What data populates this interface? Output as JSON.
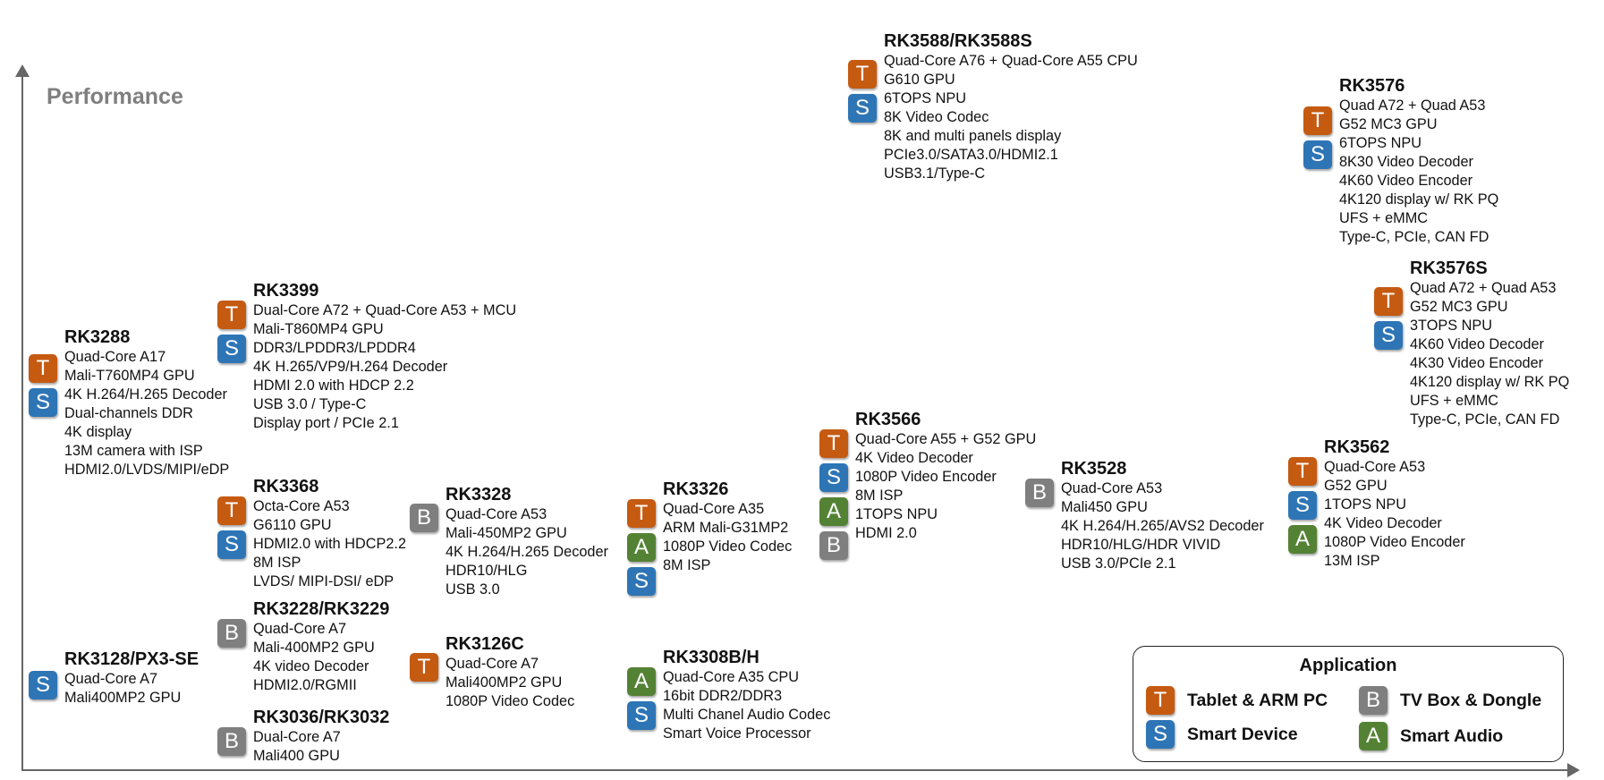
{
  "axis_label": "Performance",
  "chips": [
    {
      "id": "rk3288",
      "name": "RK3288",
      "badges": [
        "T",
        "S"
      ],
      "specs": [
        "Quad-Core A17",
        "Mali-T760MP4  GPU",
        "4K H.264/H.265 Decoder",
        "Dual-channels  DDR",
        "4K display",
        "13M camera with ISP",
        "HDMI2.0/LVDS/MIPI/eDP"
      ]
    },
    {
      "id": "rk3399",
      "name": "RK3399",
      "badges": [
        "T",
        "S"
      ],
      "specs": [
        "Dual-Core A72 + Quad-Core A53 + MCU",
        "Mali-T860MP4 GPU",
        "DDR3/LPDDR3/LPDDR4",
        "4K H.265/VP9/H.264 Decoder",
        "HDMI 2.0 with HDCP 2.2",
        "USB 3.0 / Type-C",
        "Display port / PCIe 2.1"
      ]
    },
    {
      "id": "rk3368",
      "name": "RK3368",
      "badges": [
        "T",
        "S"
      ],
      "specs": [
        "Octa-Core A53",
        "G6110 GPU",
        "HDMI2.0 with HDCP2.2",
        "8M ISP",
        "LVDS/ MIPI-DSI/ eDP"
      ]
    },
    {
      "id": "rk3328",
      "name": "RK3328",
      "badges": [
        "B"
      ],
      "specs": [
        "Quad-Core A53",
        "Mali-450MP2 GPU",
        "4K H.264/H.265 Decoder",
        "HDR10/HLG",
        "USB 3.0"
      ]
    },
    {
      "id": "rk3326",
      "name": "RK3326",
      "badges": [
        "T",
        "A",
        "S"
      ],
      "specs": [
        "Quad-Core A35",
        "ARM Mali-G31MP2",
        "1080P Video Codec",
        "8M ISP"
      ]
    },
    {
      "id": "rk3566",
      "name": "RK3566",
      "badges": [
        "T",
        "S",
        "A",
        "B"
      ],
      "specs": [
        "Quad-Core A55 + G52 GPU",
        "4K Video Decoder",
        "1080P Video Encoder",
        "8M ISP",
        "1TOPS NPU",
        "HDMI 2.0"
      ]
    },
    {
      "id": "rk3528",
      "name": "RK3528",
      "badges": [
        "B"
      ],
      "specs": [
        "Quad-Core A53",
        "Mali450 GPU",
        "4K H.264/H.265/AVS2 Decoder",
        "HDR10/HLG/HDR VIVID",
        "USB 3.0/PCIe 2.1"
      ]
    },
    {
      "id": "rk3562",
      "name": "RK3562",
      "badges": [
        "T",
        "S",
        "A"
      ],
      "specs": [
        "Quad-Core A53",
        "G52 GPU",
        "1TOPS NPU",
        "4K Video Decoder",
        "1080P Video Encoder",
        "13M ISP"
      ]
    },
    {
      "id": "rk3588",
      "name": "RK3588/RK3588S",
      "badges": [
        "T",
        "S"
      ],
      "specs": [
        "Quad-Core A76 + Quad-Core A55 CPU",
        "G610 GPU",
        "6TOPS NPU",
        "8K Video Codec",
        "8K and multi panels display",
        "PCIe3.0/SATA3.0/HDMI2.1",
        "USB3.1/Type-C"
      ]
    },
    {
      "id": "rk3576",
      "name": "RK3576",
      "badges": [
        "T",
        "S"
      ],
      "specs": [
        "Quad A72 + Quad A53",
        "G52 MC3 GPU",
        "6TOPS NPU",
        "8K30 Video Decoder",
        "4K60 Video Encoder",
        "4K120 display w/ RK PQ",
        "UFS + eMMC",
        "Type-C, PCIe, CAN FD"
      ]
    },
    {
      "id": "rk3576s",
      "name": "RK3576S",
      "badges": [
        "T",
        "S"
      ],
      "specs": [
        "Quad A72 + Quad A53",
        "G52 MC3 GPU",
        "3TOPS NPU",
        "4K60 Video Decoder",
        "4K30 Video Encoder",
        "4K120 display w/ RK PQ",
        "UFS + eMMC",
        "Type-C, PCIe, CAN FD"
      ]
    },
    {
      "id": "rk3228",
      "name": "RK3228/RK3229",
      "badges": [
        "B"
      ],
      "specs": [
        "Quad-Core A7",
        "Mali-400MP2 GPU",
        "4K video Decoder",
        "HDMI2.0/RGMII"
      ]
    },
    {
      "id": "rk3128",
      "name": "RK3128/PX3-SE",
      "badges": [
        "S"
      ],
      "specs": [
        "Quad-Core A7",
        "Mali400MP2 GPU"
      ]
    },
    {
      "id": "rk3036",
      "name": "RK3036/RK3032",
      "badges": [
        "B"
      ],
      "specs": [
        "Dual-Core A7",
        "Mali400 GPU"
      ]
    },
    {
      "id": "rk3126c",
      "name": "RK3126C",
      "badges": [
        "T"
      ],
      "specs": [
        "Quad-Core A7",
        "Mali400MP2 GPU",
        "1080P Video Codec"
      ]
    },
    {
      "id": "rk3308",
      "name": "RK3308B/H",
      "badges": [
        "A",
        "S"
      ],
      "specs": [
        "Quad-Core A35 CPU",
        "16bit DDR2/DDR3",
        "Multi Chanel Audio Codec",
        "Smart Voice Processor"
      ]
    }
  ],
  "legend": {
    "title": "Application",
    "items": [
      {
        "letter": "T",
        "label": "Tablet & ARM PC"
      },
      {
        "letter": "S",
        "label": "Smart Device"
      },
      {
        "letter": "B",
        "label": "TV Box & Dongle"
      },
      {
        "letter": "A",
        "label": "Smart Audio"
      }
    ]
  }
}
